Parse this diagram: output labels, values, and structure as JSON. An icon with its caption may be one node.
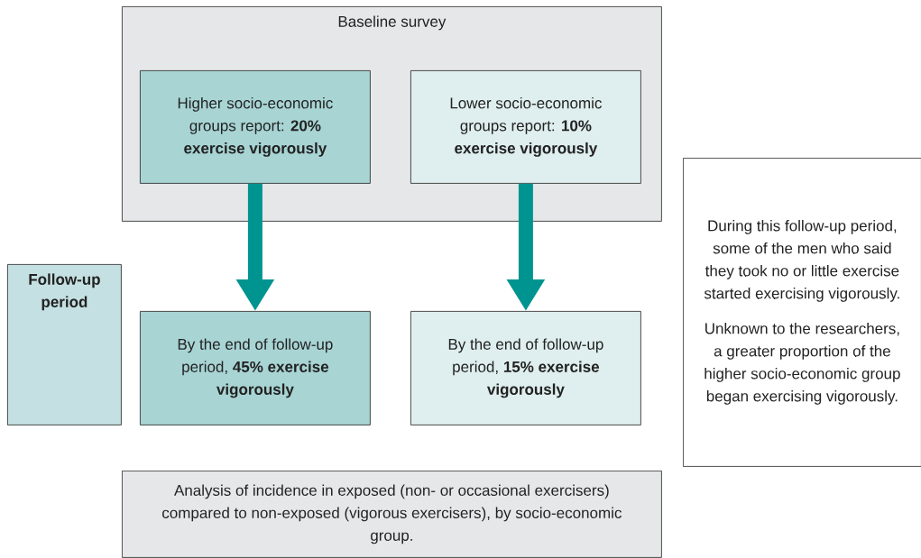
{
  "diagram": {
    "nodes": [
      {
        "text": [
          "Baseline survey"
        ]
      },
      {
        "text": [
          "Higher socio-economic groups report: **20% exercise vigorously**"
        ],
        "in": 0
      },
      {
        "text": [
          "Lower socio-economic groups report: **10% exercise vigorously**"
        ],
        "in": 0
      },
      {
        "text": [
          "Follow-up period"
        ]
      },
      {
        "text": [
          "By the end of follow-up period, **45% exercise vigorously**"
        ]
      },
      {
        "text": [
          "By the end of follow-up period, **15% exercise vigorously**"
        ]
      },
      {
        "text": [
          "During this follow-up period, some of the men who said they took no or little exercise started exercising vigorously.",
          "Unknown to the researchers, a greater proportion of the higher socio-economic group began exercising vigorously."
        ]
      },
      {
        "text": [
          "Analysis of incidence in exposed (non- or occasional exercisers) compared to non-exposed (vigorous exercisers), by socio-economic group."
        ]
      }
    ],
    "edges": [
      {
        "from": 1,
        "to": 4,
        "arrow": "to"
      },
      {
        "from": 2,
        "to": 5,
        "arrow": "to"
      }
    ]
  }
}
